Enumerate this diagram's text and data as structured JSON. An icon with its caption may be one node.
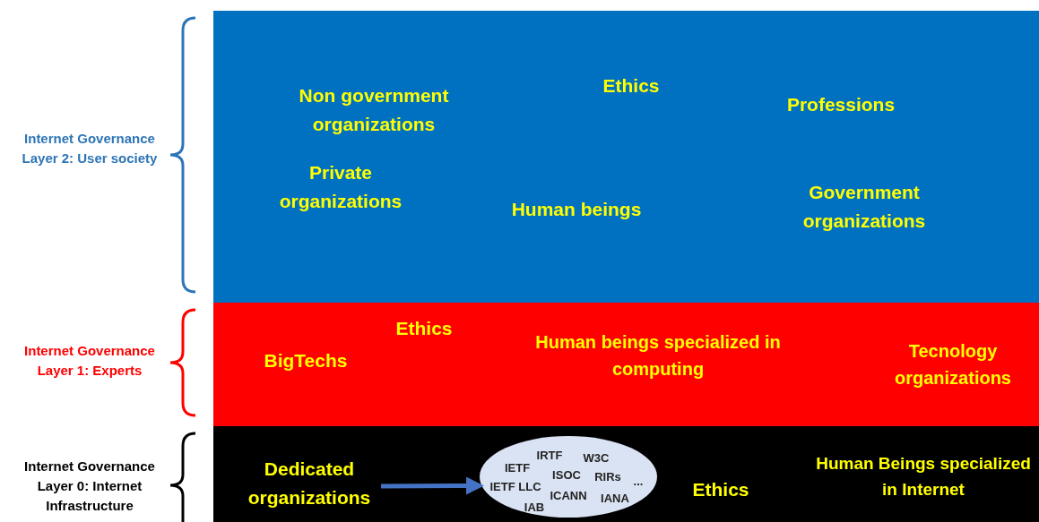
{
  "diagram": {
    "nodes": [
      {
        "text": [],
        "shape": "box"
      },
      {
        "text": [],
        "shape": "box"
      },
      {
        "text": [],
        "shape": "box"
      },
      {
        "text": [
          "Dedicated organizations"
        ],
        "in": 2
      },
      {
        "text": [
          "IRTF",
          "W3C",
          "IETF",
          "ISOC",
          "RIRs",
          "IETF LLC",
          "...",
          "ICANN",
          "IANA",
          "IAB"
        ],
        "in": 2
      }
    ],
    "edges": [
      {
        "from": 3,
        "to": 4,
        "arrow": "to"
      }
    ],
    "labels": [
      "Internet Governance Layer 2: User society",
      "Internet Governance Layer 1: Experts",
      "Internet Governance Layer 0: Internet Infrastructure",
      "Non government organizations",
      "Ethics",
      "Professions",
      "Private organizations",
      "Human beings",
      "Government organizations",
      "Ethics",
      "BigTechs",
      "Human beings specialized in computing",
      "Tecnology organizations",
      "Ethics",
      "Human Beings specialized in Internet"
    ]
  }
}
